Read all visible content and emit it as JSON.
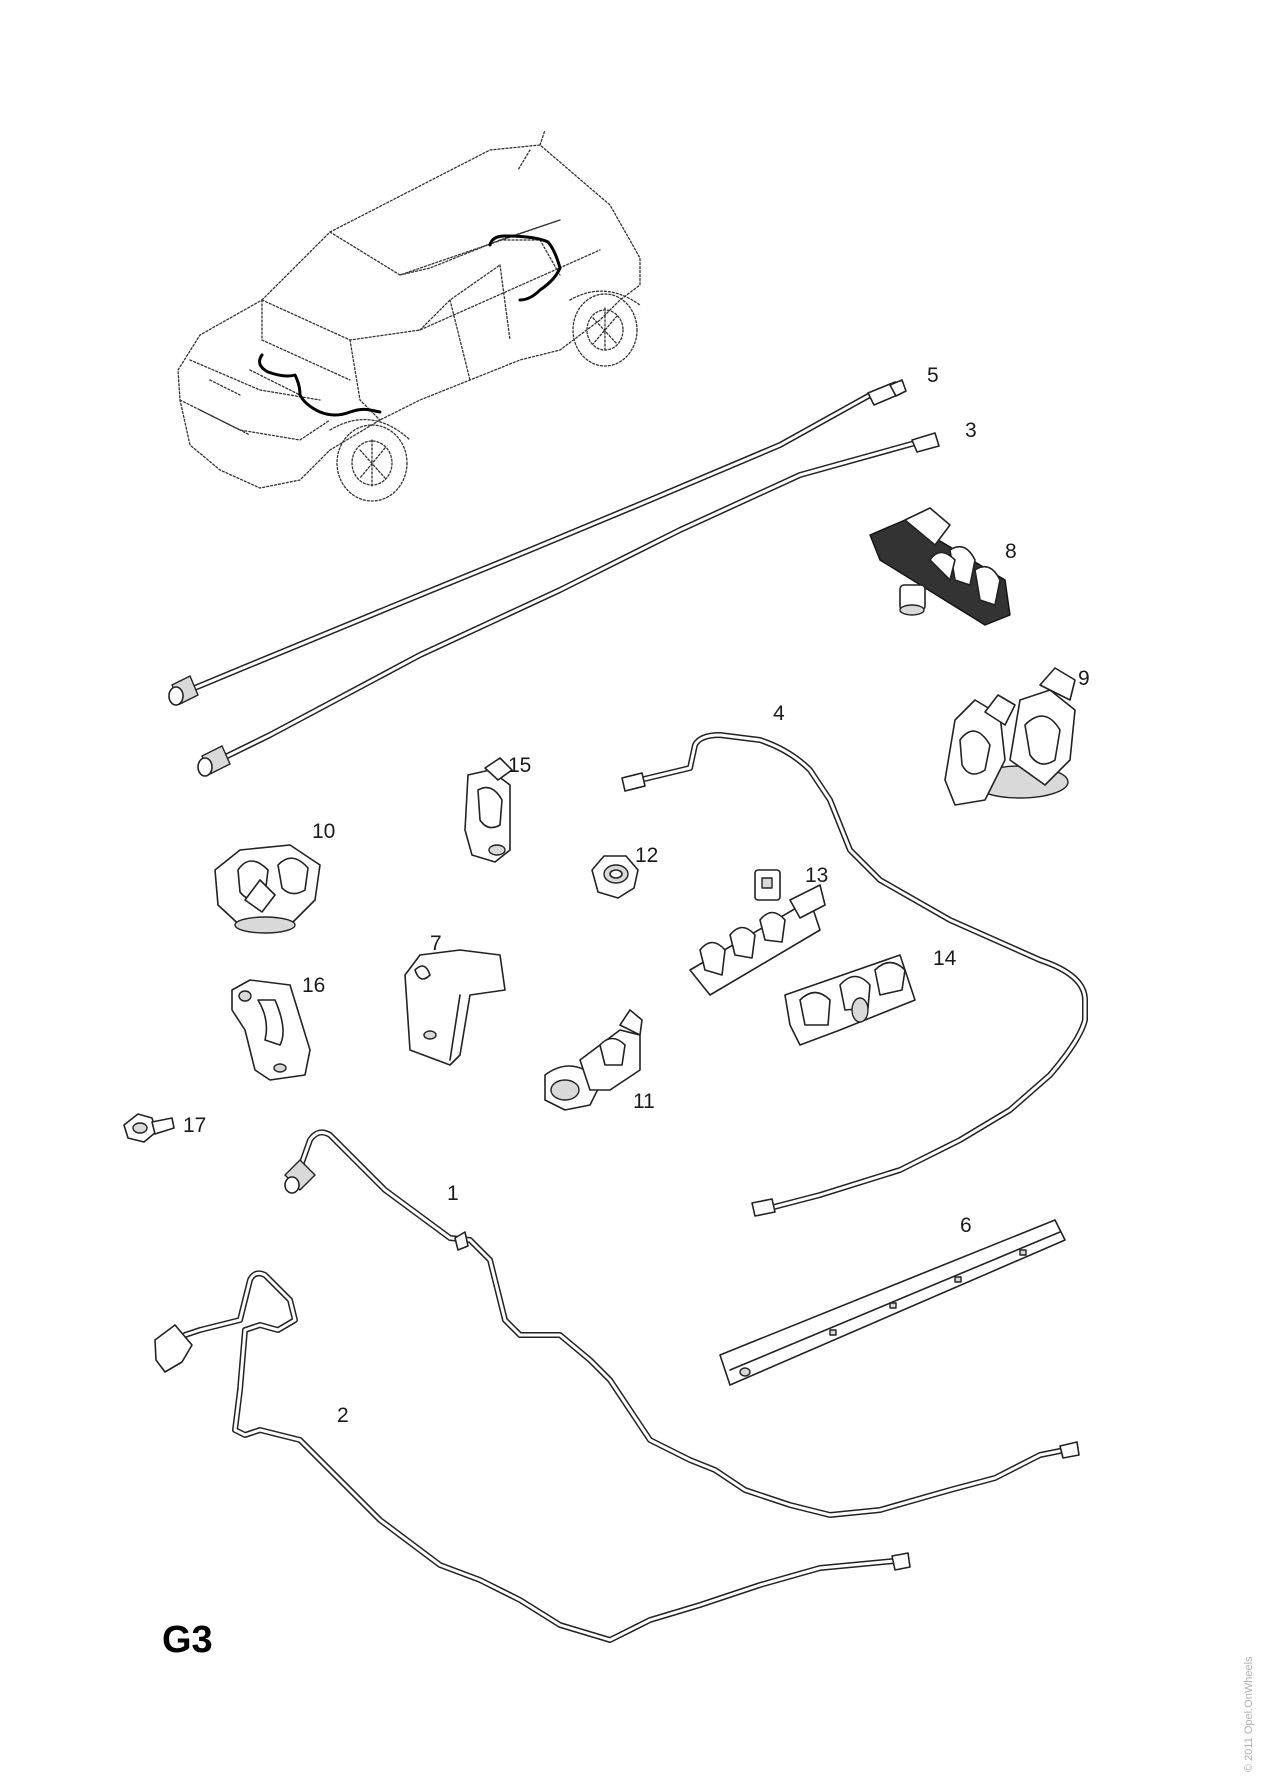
{
  "diagram_code": "G3",
  "copyright": "© 2011 Opel.OnWheels",
  "callouts": [
    {
      "id": "1",
      "label": "1"
    },
    {
      "id": "2",
      "label": "2"
    },
    {
      "id": "3",
      "label": "3"
    },
    {
      "id": "4",
      "label": "4"
    },
    {
      "id": "5",
      "label": "5"
    },
    {
      "id": "6",
      "label": "6"
    },
    {
      "id": "7",
      "label": "7"
    },
    {
      "id": "8",
      "label": "8"
    },
    {
      "id": "9",
      "label": "9"
    },
    {
      "id": "10",
      "label": "10"
    },
    {
      "id": "11",
      "label": "11"
    },
    {
      "id": "12",
      "label": "12"
    },
    {
      "id": "13",
      "label": "13"
    },
    {
      "id": "14",
      "label": "14"
    },
    {
      "id": "15",
      "label": "15"
    },
    {
      "id": "16",
      "label": "16"
    },
    {
      "id": "17",
      "label": "17"
    }
  ]
}
